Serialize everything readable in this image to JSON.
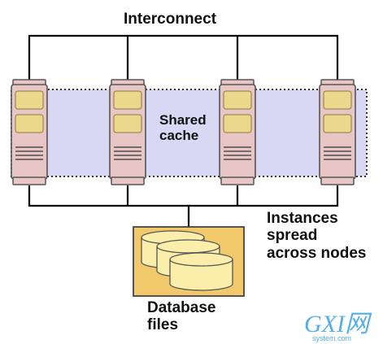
{
  "diagram": {
    "title": "Interconnect",
    "shared_cache_label": [
      "Shared",
      "cache"
    ],
    "instances_label": [
      "Instances",
      "spread",
      "across nodes"
    ],
    "database_label": [
      "Database",
      "files"
    ],
    "node_count": 4,
    "disk_count": 3
  },
  "watermark": {
    "text": "GXI网",
    "subtext": "system.com"
  },
  "colors": {
    "node_fill": "#e8c6c6",
    "node_border": "#555555",
    "slot_fill": "#ecd88c",
    "cache_band": "#d8d8f4",
    "storage_box": "#f2c96a",
    "disk_fill": "#fbeeaa",
    "wire": "#000000",
    "watermark": "#3aa0e6"
  }
}
